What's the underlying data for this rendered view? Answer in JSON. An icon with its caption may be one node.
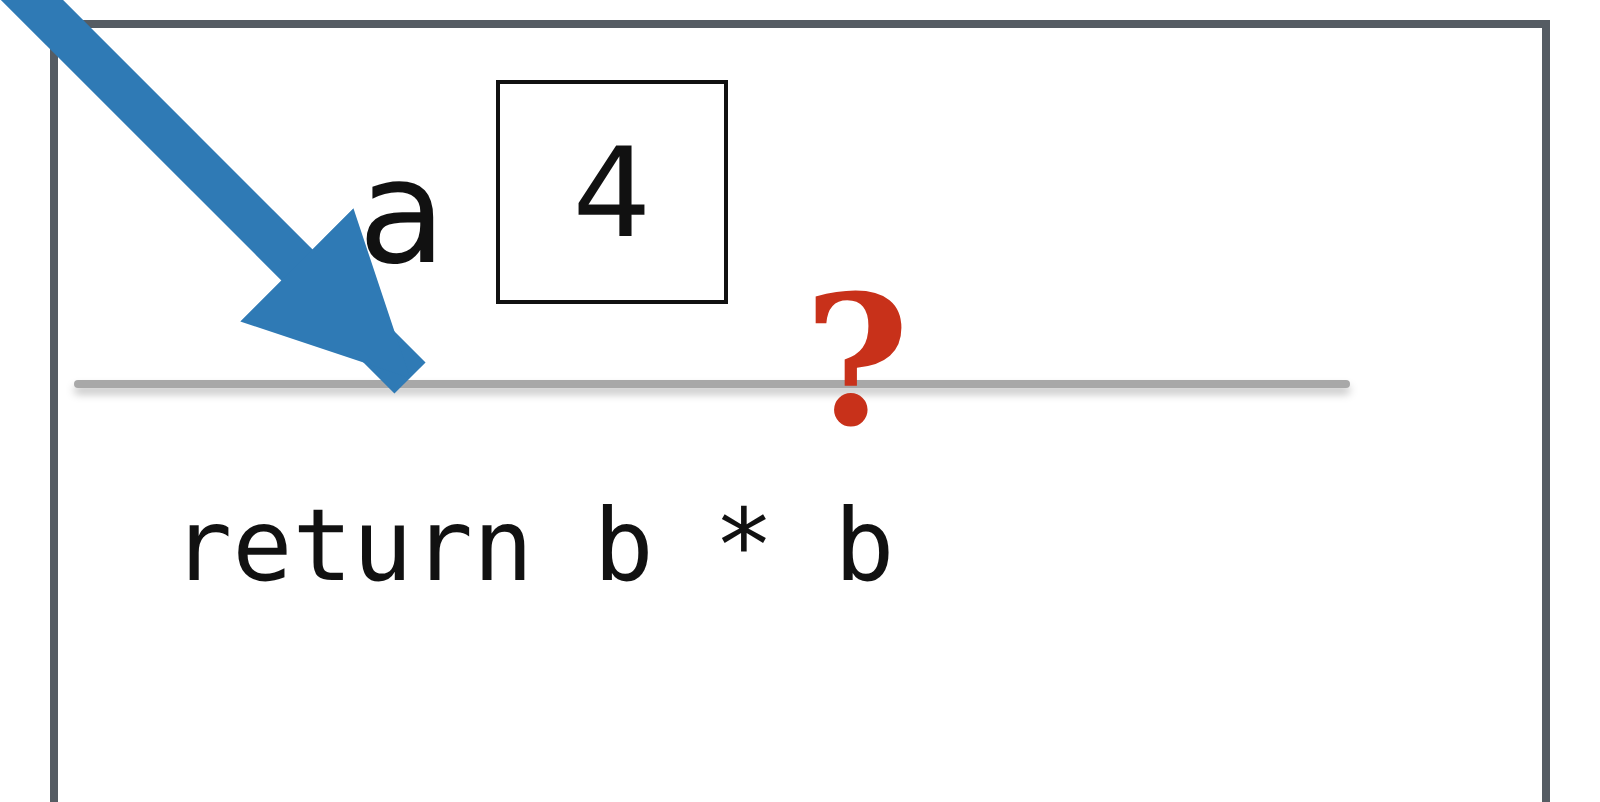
{
  "diagram": {
    "nodes": [
      {
        "text": [],
        "shape": "box"
      },
      {
        "text": [
          "4"
        ],
        "in": 0,
        "beside": [
          "a"
        ]
      },
      {
        "text": [],
        "shape": "bar",
        "in": 0
      }
    ],
    "edges": [
      {
        "from": null,
        "to": 2,
        "arrow": "to"
      }
    ],
    "labels": [
      "?",
      "return b * b"
    ]
  }
}
